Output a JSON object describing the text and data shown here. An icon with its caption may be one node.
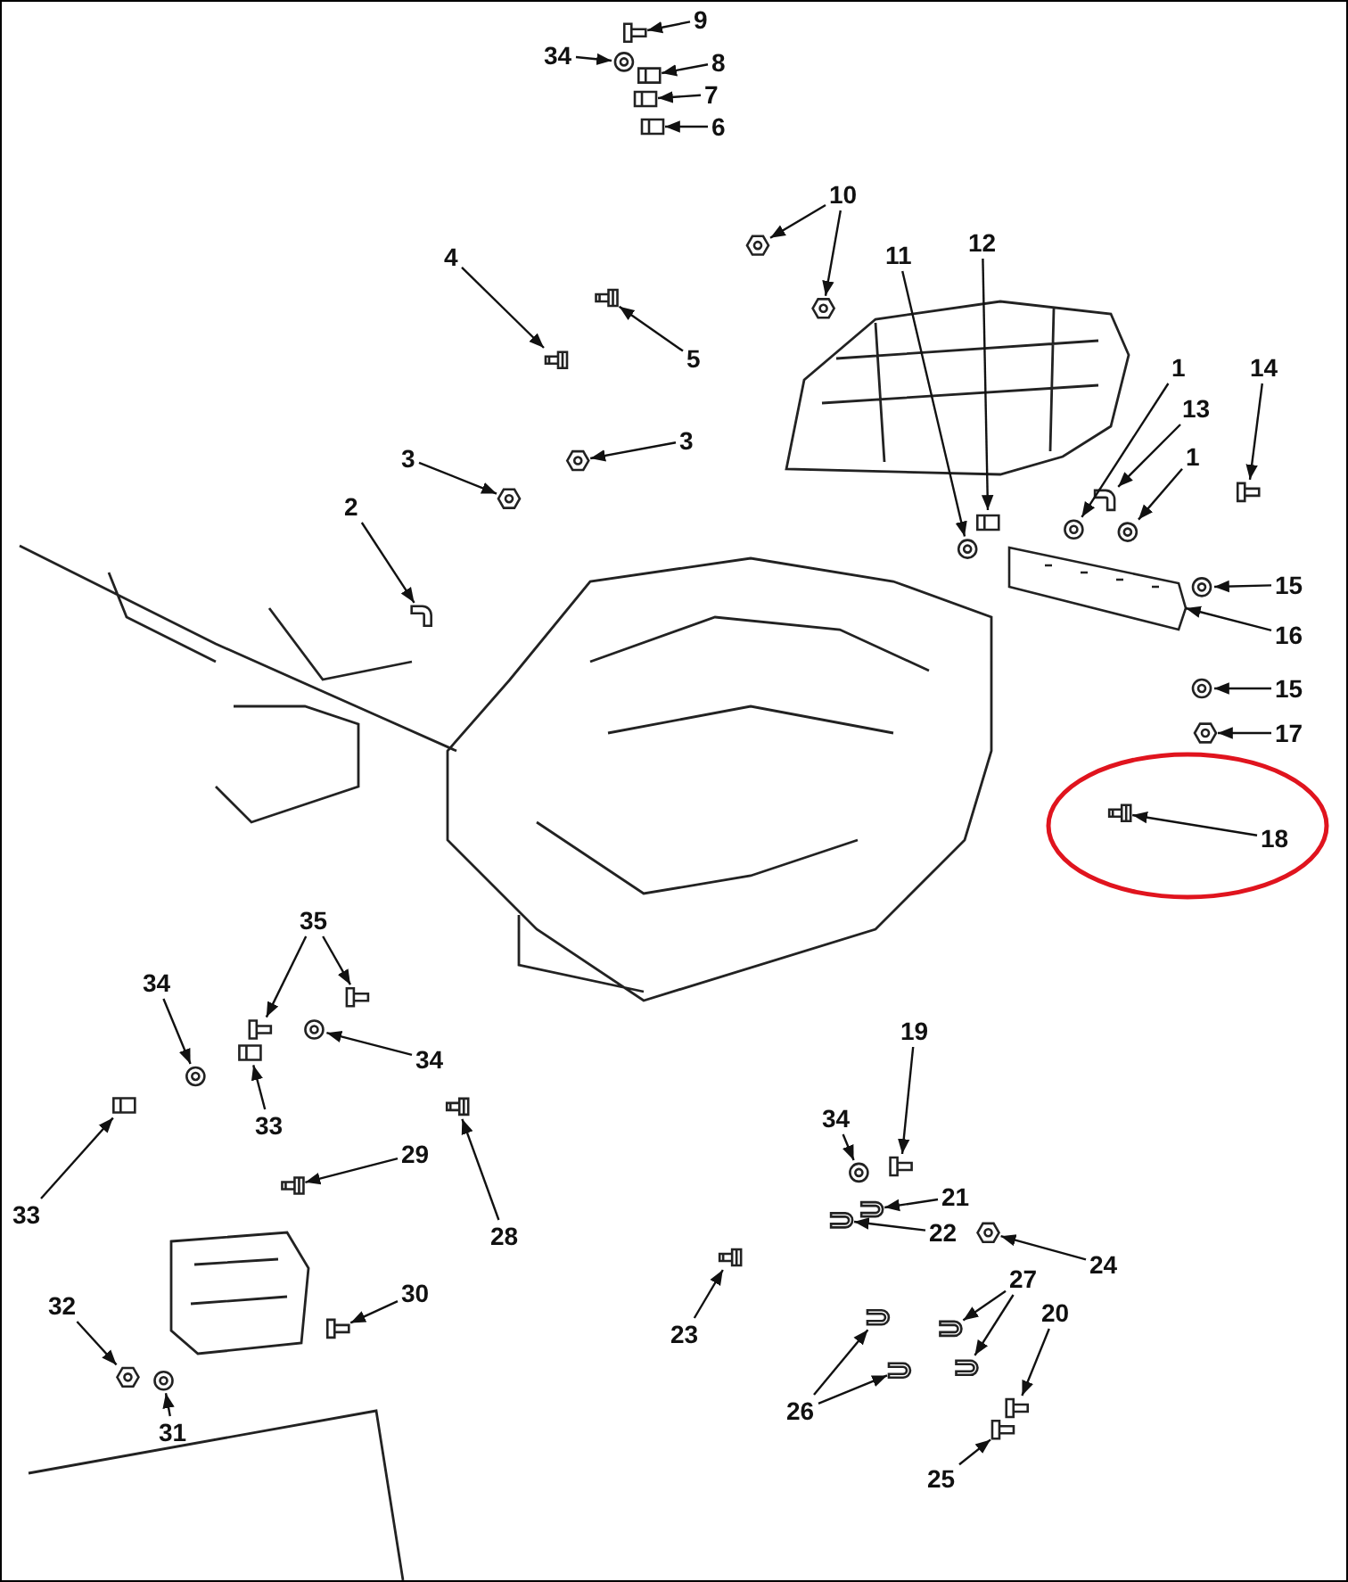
{
  "diagram": {
    "nodes": [
      {
        "text": [
          "9"
        ]
      },
      {
        "text": [
          "34"
        ]
      },
      {
        "text": [
          "8"
        ]
      },
      {
        "text": [
          "7"
        ]
      },
      {
        "text": [
          "6"
        ]
      },
      {
        "text": [
          "10"
        ]
      },
      {
        "text": [
          "12"
        ]
      },
      {
        "text": [
          "11"
        ]
      },
      {
        "text": [
          "4"
        ]
      },
      {
        "text": [
          "5"
        ]
      },
      {
        "text": [
          "1"
        ]
      },
      {
        "text": [
          "14"
        ]
      },
      {
        "text": [
          "13"
        ]
      },
      {
        "text": [
          "3"
        ]
      },
      {
        "text": [
          "1"
        ]
      },
      {
        "text": [
          "3"
        ]
      },
      {
        "text": [
          "2"
        ]
      },
      {
        "text": [
          "15"
        ]
      },
      {
        "text": [
          "16"
        ]
      },
      {
        "text": [
          "15"
        ]
      },
      {
        "text": [
          "17"
        ]
      },
      {
        "text": [
          "18"
        ]
      },
      {
        "text": [
          "35"
        ]
      },
      {
        "text": [
          "34"
        ]
      },
      {
        "text": [
          "19"
        ]
      },
      {
        "text": [
          "34"
        ]
      },
      {
        "text": [
          "34"
        ]
      },
      {
        "text": [
          "33"
        ]
      },
      {
        "text": [
          "29"
        ]
      },
      {
        "text": [
          "21"
        ]
      },
      {
        "text": [
          "33"
        ]
      },
      {
        "text": [
          "28"
        ]
      },
      {
        "text": [
          "22"
        ]
      },
      {
        "text": [
          "24"
        ]
      },
      {
        "text": [
          "27"
        ]
      },
      {
        "text": [
          "30"
        ]
      },
      {
        "text": [
          "32"
        ]
      },
      {
        "text": [
          "20"
        ]
      },
      {
        "text": [
          "23"
        ]
      },
      {
        "text": [
          "26"
        ]
      },
      {
        "text": [
          "31"
        ]
      },
      {
        "text": [
          "25"
        ]
      },
      {
        "text": [],
        "shape": "picture"
      },
      {
        "text": [],
        "shape": "picture"
      },
      {
        "text": [],
        "shape": "picture"
      },
      {
        "text": [],
        "shape": "picture"
      },
      {
        "text": [],
        "shape": "picture"
      },
      {
        "text": [],
        "shape": "picture"
      },
      {
        "text": [],
        "shape": "picture"
      },
      {
        "text": [],
        "shape": "picture"
      },
      {
        "text": [],
        "shape": "picture"
      },
      {
        "text": [],
        "shape": "picture"
      },
      {
        "text": [],
        "shape": "picture"
      },
      {
        "text": [],
        "shape": "picture"
      },
      {
        "text": [],
        "shape": "picture"
      },
      {
        "text": [],
        "shape": "picture"
      },
      {
        "text": [],
        "shape": "picture"
      },
      {
        "text": [],
        "shape": "picture"
      },
      {
        "text": [],
        "shape": "picture"
      },
      {
        "text": [],
        "shape": "picture"
      },
      {
        "text": [],
        "shape": "picture"
      },
      {
        "text": [],
        "shape": "picture"
      },
      {
        "text": [],
        "shape": "picture"
      },
      {
        "text": [],
        "shape": "picture"
      },
      {
        "text": [],
        "shape": "picture"
      },
      {
        "text": [],
        "shape": "picture"
      },
      {
        "text": [],
        "shape": "picture"
      },
      {
        "text": [],
        "shape": "picture"
      },
      {
        "text": [],
        "shape": "picture"
      },
      {
        "text": [],
        "shape": "picture"
      },
      {
        "text": [],
        "shape": "picture"
      },
      {
        "text": [],
        "shape": "picture"
      },
      {
        "text": [],
        "shape": "picture"
      },
      {
        "text": [],
        "shape": "picture"
      },
      {
        "text": [],
        "shape": "picture"
      },
      {
        "text": [],
        "shape": "picture"
      },
      {
        "text": [],
        "shape": "picture"
      },
      {
        "text": [],
        "shape": "picture"
      },
      {
        "text": [],
        "shape": "picture"
      },
      {
        "text": [],
        "shape": "picture"
      },
      {
        "text": [],
        "shape": "picture"
      },
      {
        "text": [],
        "shape": "picture"
      },
      {
        "text": [],
        "shape": "picture"
      },
      {
        "text": [],
        "shape": "picture"
      },
      {
        "text": [],
        "shape": "picture"
      },
      {
        "text": [],
        "shape": "picture"
      },
      {
        "text": [],
        "shape": "picture"
      },
      {
        "text": [],
        "shape": "picture"
      }
    ],
    "edges": [
      {
        "from": 0,
        "to": 42,
        "arrow": "to"
      },
      {
        "from": 1,
        "to": 43,
        "arrow": "to"
      },
      {
        "from": 2,
        "to": 44,
        "arrow": "to"
      },
      {
        "from": 3,
        "to": 45,
        "arrow": "to"
      },
      {
        "from": 4,
        "to": 46,
        "arrow": "to"
      },
      {
        "from": 5,
        "to": 47,
        "arrow": "to"
      },
      {
        "from": 5,
        "to": 48,
        "arrow": "to"
      },
      {
        "from": 6,
        "to": 49,
        "arrow": "to"
      },
      {
        "from": 7,
        "to": 50,
        "arrow": "to"
      },
      {
        "from": 8,
        "to": 51,
        "arrow": "to"
      },
      {
        "from": 9,
        "to": 52,
        "arrow": "to"
      },
      {
        "from": 10,
        "to": 53,
        "arrow": "to"
      },
      {
        "from": 11,
        "to": 54,
        "arrow": "to"
      },
      {
        "from": 12,
        "to": 55,
        "arrow": "to"
      },
      {
        "from": 13,
        "to": 56,
        "arrow": "to"
      },
      {
        "from": 14,
        "to": 57,
        "arrow": "to"
      },
      {
        "from": 15,
        "to": 58,
        "arrow": "to"
      },
      {
        "from": 16,
        "to": 59,
        "arrow": "to"
      },
      {
        "from": 17,
        "to": 60,
        "arrow": "to"
      },
      {
        "from": 18,
        "to": 61,
        "arrow": "to"
      },
      {
        "from": 19,
        "to": 62,
        "arrow": "to"
      },
      {
        "from": 20,
        "to": 63,
        "arrow": "to"
      },
      {
        "from": 21,
        "to": 64,
        "arrow": "to"
      },
      {
        "from": 22,
        "to": 65,
        "arrow": "to"
      },
      {
        "from": 22,
        "to": 66,
        "arrow": "to"
      },
      {
        "from": 23,
        "to": 67,
        "arrow": "to"
      },
      {
        "from": 24,
        "to": 68,
        "arrow": "to"
      },
      {
        "from": 25,
        "to": 69,
        "arrow": "to"
      },
      {
        "from": 26,
        "to": 70,
        "arrow": "to"
      },
      {
        "from": 27,
        "to": 71,
        "arrow": "to"
      },
      {
        "from": 28,
        "to": 72,
        "arrow": "to"
      },
      {
        "from": 29,
        "to": 73,
        "arrow": "to"
      },
      {
        "from": 30,
        "to": 74,
        "arrow": "to"
      },
      {
        "from": 31,
        "to": 75,
        "arrow": "to"
      },
      {
        "from": 32,
        "to": 76,
        "arrow": "to"
      },
      {
        "from": 33,
        "to": 77,
        "arrow": "to"
      },
      {
        "from": 34,
        "to": 78,
        "arrow": "to"
      },
      {
        "from": 34,
        "to": 79,
        "arrow": "to"
      },
      {
        "from": 35,
        "to": 80,
        "arrow": "to"
      },
      {
        "from": 36,
        "to": 81,
        "arrow": "to"
      },
      {
        "from": 37,
        "to": 82,
        "arrow": "to"
      },
      {
        "from": 38,
        "to": 83,
        "arrow": "to"
      },
      {
        "from": 39,
        "to": 84,
        "arrow": "to"
      },
      {
        "from": 39,
        "to": 85,
        "arrow": "to"
      },
      {
        "from": 40,
        "to": 86,
        "arrow": "to"
      },
      {
        "from": 41,
        "to": 87,
        "arrow": "to"
      }
    ]
  }
}
